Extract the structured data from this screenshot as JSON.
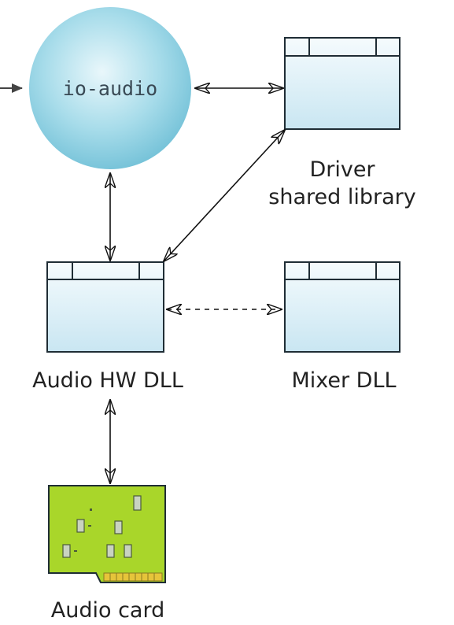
{
  "labels": {
    "io_audio": "io-audio",
    "driver_line1": "Driver",
    "driver_line2": "shared library",
    "audio_hw_dll": "Audio HW DLL",
    "mixer_dll": "Mixer DLL",
    "audio_card": "Audio card"
  },
  "colors": {
    "sphere": "#8fd1e2",
    "box_fill": "#d6eef7",
    "box_stroke": "#1f2d35",
    "card_fill": "#a9d62a",
    "card_contacts": "#e6c43a",
    "arrow": "#111111"
  },
  "connections": [
    {
      "from": "external",
      "to": "io-audio",
      "style": "solid",
      "heads": "end"
    },
    {
      "from": "io-audio",
      "to": "driver-shared-library",
      "style": "solid",
      "heads": "both"
    },
    {
      "from": "io-audio",
      "to": "audio-hw-dll",
      "style": "solid",
      "heads": "both"
    },
    {
      "from": "audio-hw-dll",
      "to": "driver-shared-library",
      "style": "solid",
      "heads": "both"
    },
    {
      "from": "audio-hw-dll",
      "to": "mixer-dll",
      "style": "dashed",
      "heads": "both"
    },
    {
      "from": "audio-hw-dll",
      "to": "audio-card",
      "style": "solid",
      "heads": "both"
    }
  ]
}
